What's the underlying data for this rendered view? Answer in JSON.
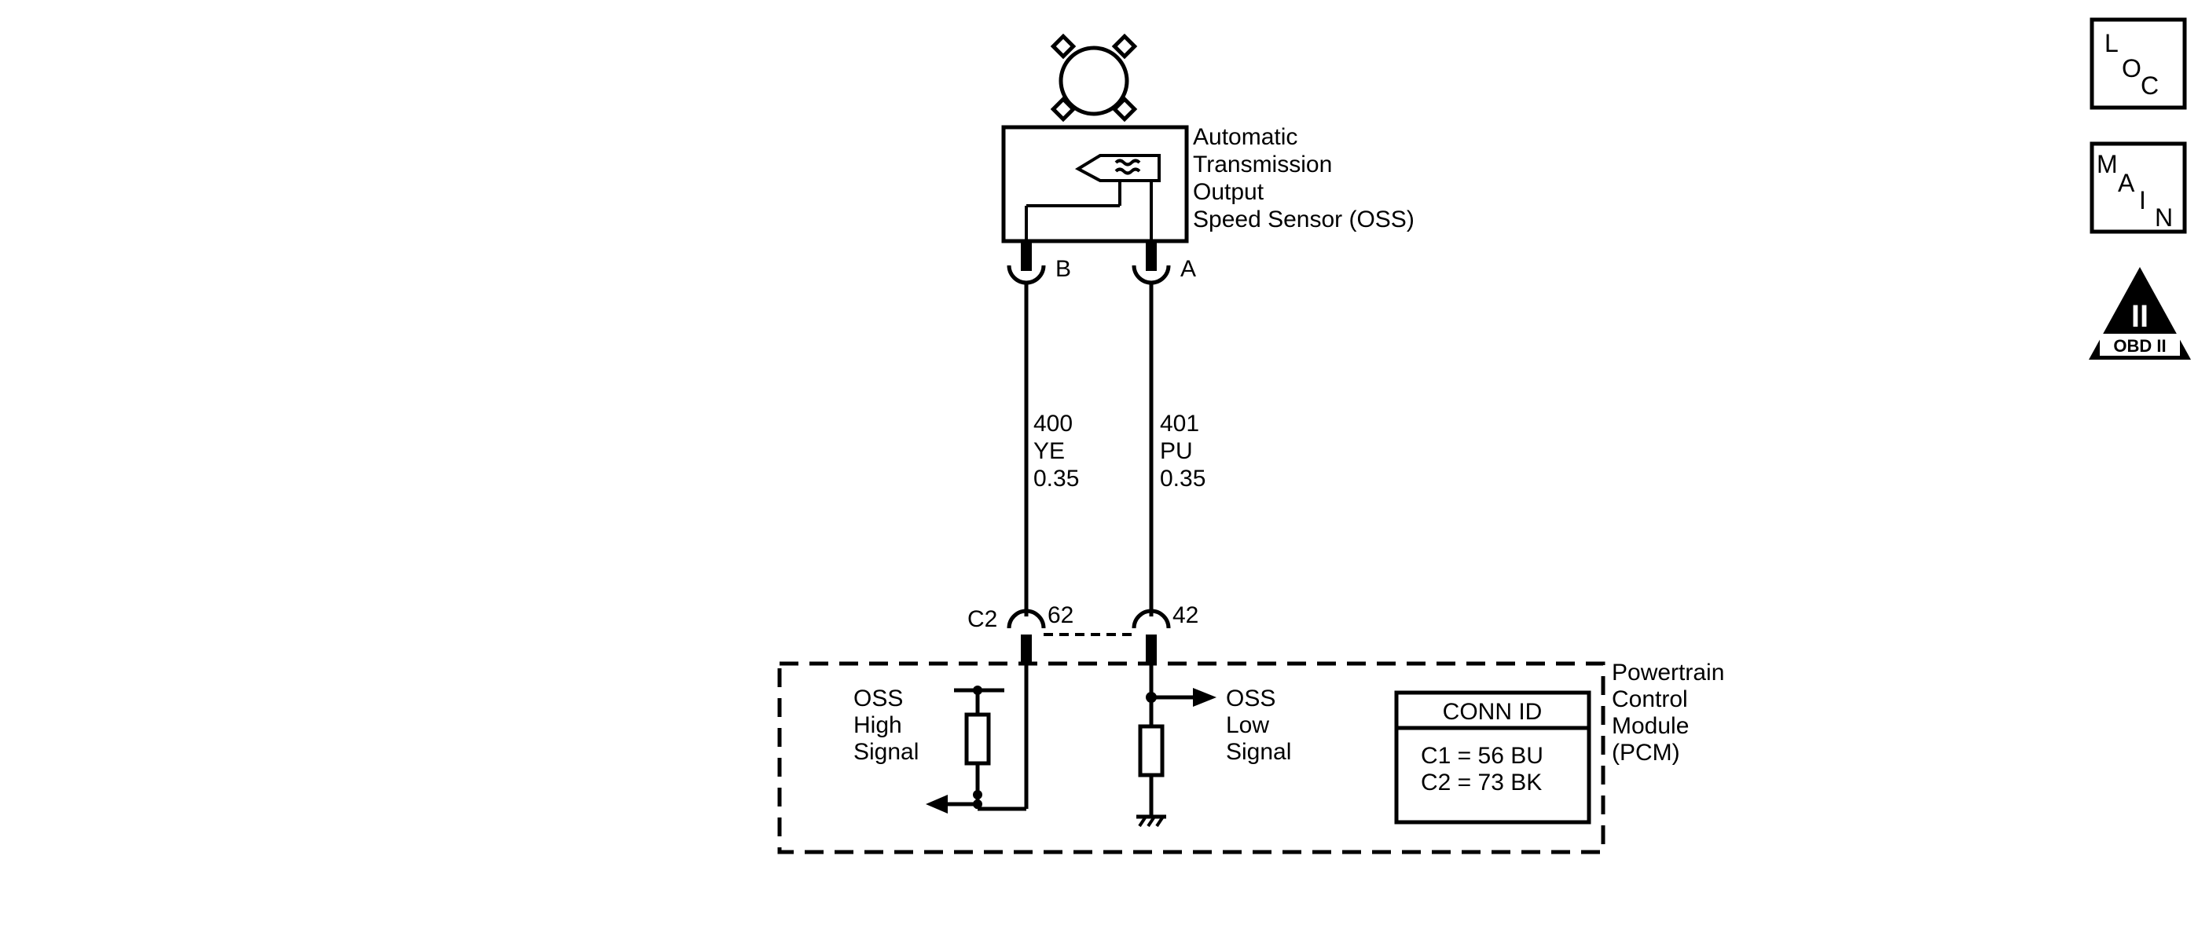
{
  "sensor": {
    "name_lines": [
      "Automatic",
      "Transmission",
      "Output",
      "Speed Sensor (OSS)"
    ],
    "pin_b": "B",
    "pin_a": "A"
  },
  "wires": [
    {
      "circuit": "400",
      "color": "YE",
      "gauge": "0.35"
    },
    {
      "circuit": "401",
      "color": "PU",
      "gauge": "0.35"
    }
  ],
  "pcm_connector": {
    "connector": "C2",
    "pin_high": "62",
    "pin_low": "42"
  },
  "pcm": {
    "name_lines": [
      "Powertrain",
      "Control",
      "Module",
      "(PCM)"
    ],
    "high_signal_lines": [
      "OSS",
      "High",
      "Signal"
    ],
    "low_signal_lines": [
      "OSS",
      "Low",
      "Signal"
    ],
    "conn_id": {
      "title": "CONN ID",
      "rows": [
        "C1 = 56 BU",
        "C2 = 73 BK"
      ]
    }
  },
  "badges": {
    "loc": [
      "L",
      "O",
      "C"
    ],
    "main": [
      "M",
      "A",
      "I",
      "N"
    ],
    "obd": {
      "numeral": "II",
      "label": "OBD II"
    }
  }
}
